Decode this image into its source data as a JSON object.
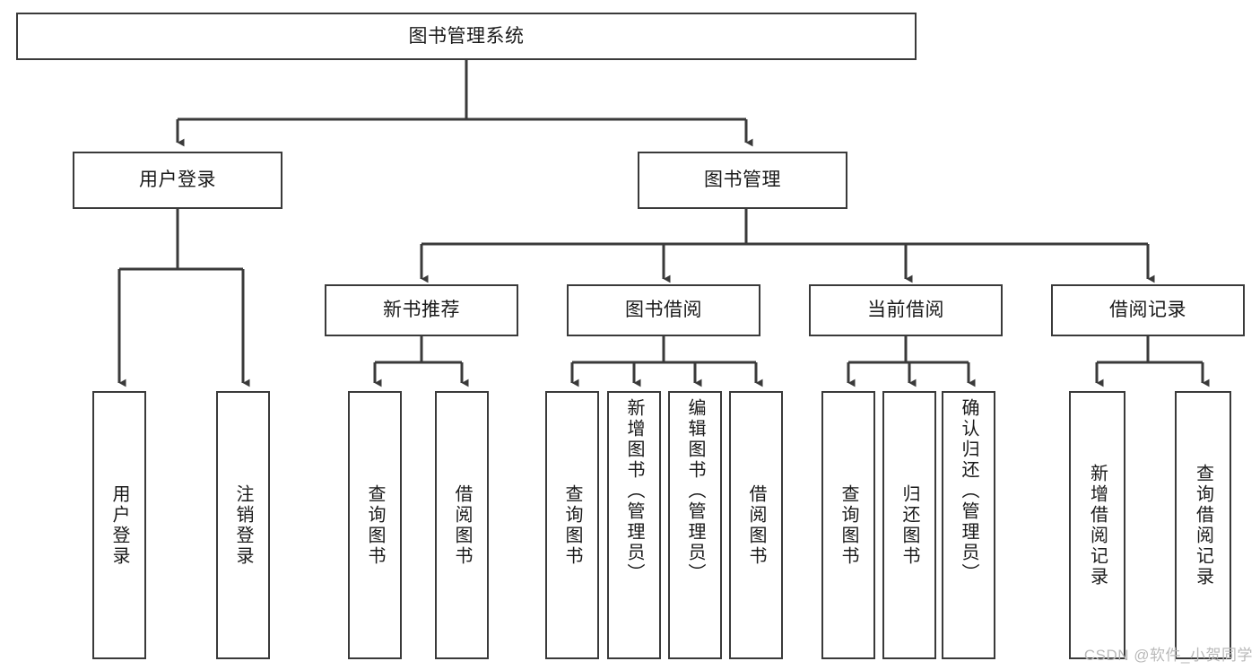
{
  "diagram": {
    "title": "图书管理系统",
    "type": "tree",
    "colors": {
      "stroke": "#3a3a3a",
      "fill": "#ffffff",
      "text": "#1a1a1a",
      "watermark": "#b9b9b9"
    },
    "root": {
      "label": "图书管理系统"
    },
    "level2": [
      {
        "label": "用户登录"
      },
      {
        "label": "图书管理"
      }
    ],
    "level3": [
      {
        "label": "新书推荐"
      },
      {
        "label": "图书借阅"
      },
      {
        "label": "当前借阅"
      },
      {
        "label": "借阅记录"
      }
    ],
    "leaves": {
      "user_login": [
        {
          "label": "用户登录"
        },
        {
          "label": "注销登录"
        }
      ],
      "new_book": [
        {
          "label": "查询图书"
        },
        {
          "label": "借阅图书"
        }
      ],
      "book_borrow": [
        {
          "label": "查询图书"
        },
        {
          "label": "新增图书（管理员）"
        },
        {
          "label": "编辑图书（管理员）"
        },
        {
          "label": "借阅图书"
        }
      ],
      "current_borrow": [
        {
          "label": "查询图书"
        },
        {
          "label": "归还图书"
        },
        {
          "label": "确认归还（管理员）"
        }
      ],
      "borrow_record": [
        {
          "label": "新增借阅记录"
        },
        {
          "label": "查询借阅记录"
        }
      ]
    }
  },
  "watermark": {
    "text": "CSDN @软件_小贺同学"
  }
}
